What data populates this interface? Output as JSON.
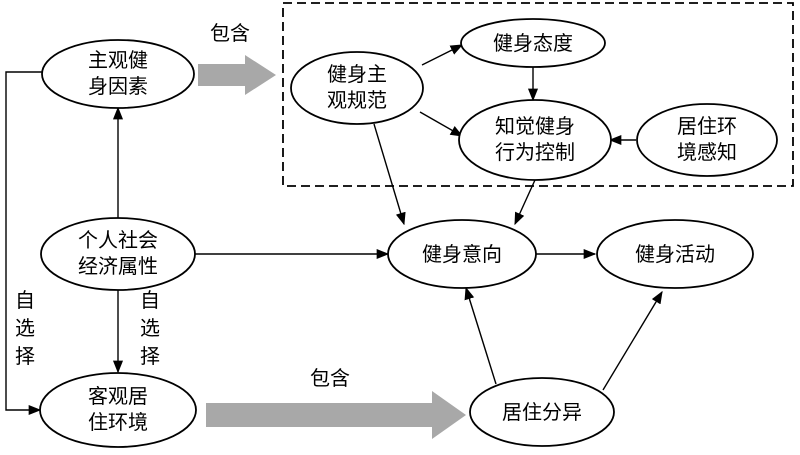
{
  "nodes": {
    "subjective_factors": [
      "主观健",
      "身因素"
    ],
    "fitness_norms": [
      "健身主",
      "观规范"
    ],
    "fitness_attitude": [
      "健身态度"
    ],
    "perceived_control": [
      "知觉健身",
      "行为控制"
    ],
    "residential_perception": [
      "居住环",
      "境感知"
    ],
    "socioeconomic": [
      "个人社会",
      "经济属性"
    ],
    "fitness_intention": [
      "健身意向"
    ],
    "fitness_activity": [
      "健身活动"
    ],
    "objective_environment": [
      "客观居",
      "住环境"
    ],
    "residential_differentiation": [
      "居住分异"
    ]
  },
  "labels": {
    "contains_top": "包含",
    "contains_bottom": "包含",
    "self_select_left": [
      "自",
      "选",
      "择"
    ],
    "self_select_mid": [
      "自",
      "选",
      "择"
    ]
  }
}
